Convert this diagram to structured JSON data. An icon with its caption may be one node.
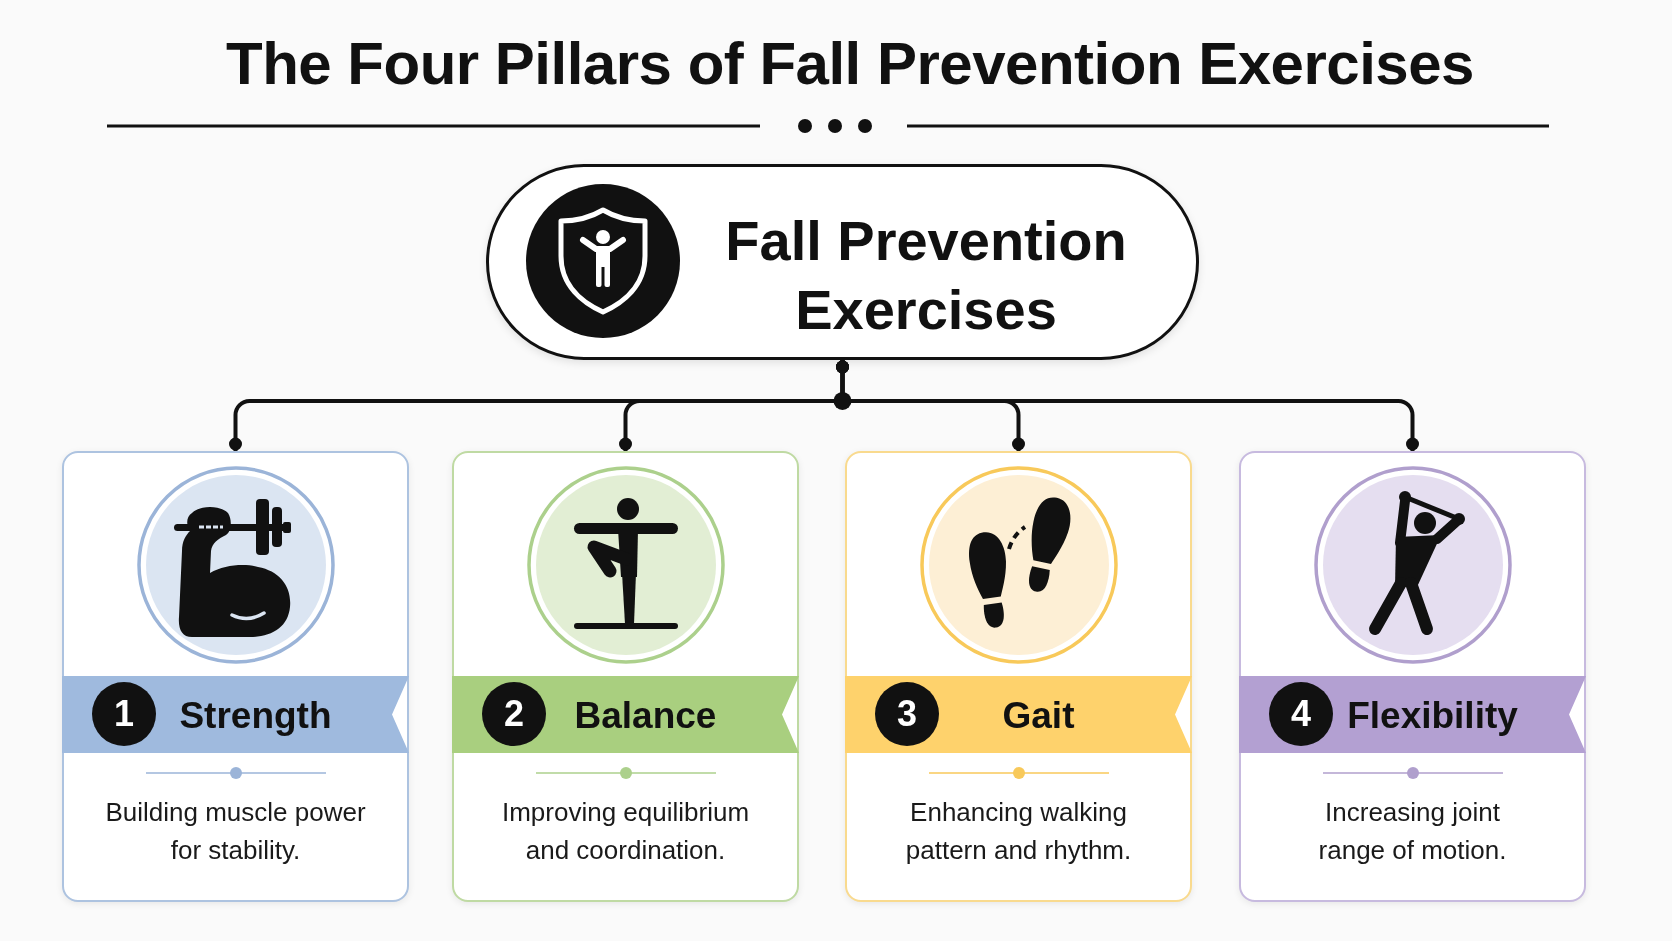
{
  "diagram": {
    "title": "The Four Pillars of Fall Prevention Exercises",
    "nodes": [
      {
        "text": [
          "Fall Prevention Exercises"
        ]
      },
      {
        "text": [
          "1",
          "Strength",
          "Building muscle power for stability."
        ]
      },
      {
        "text": [
          "2",
          "Balance",
          "Improving equilibrium and coordination."
        ]
      },
      {
        "text": [
          "3",
          "Gait",
          "Enhancing walking pattern and rhythm."
        ]
      },
      {
        "text": [
          "4",
          "Flexibility",
          "Increasing joint range of motion."
        ]
      }
    ],
    "edges": [
      {
        "from": 0,
        "to": 1,
        "arrow": "other"
      },
      {
        "from": 0,
        "to": 2,
        "arrow": "other"
      },
      {
        "from": 0,
        "to": 3,
        "arrow": "other"
      },
      {
        "from": 0,
        "to": 4,
        "arrow": "other"
      }
    ]
  }
}
